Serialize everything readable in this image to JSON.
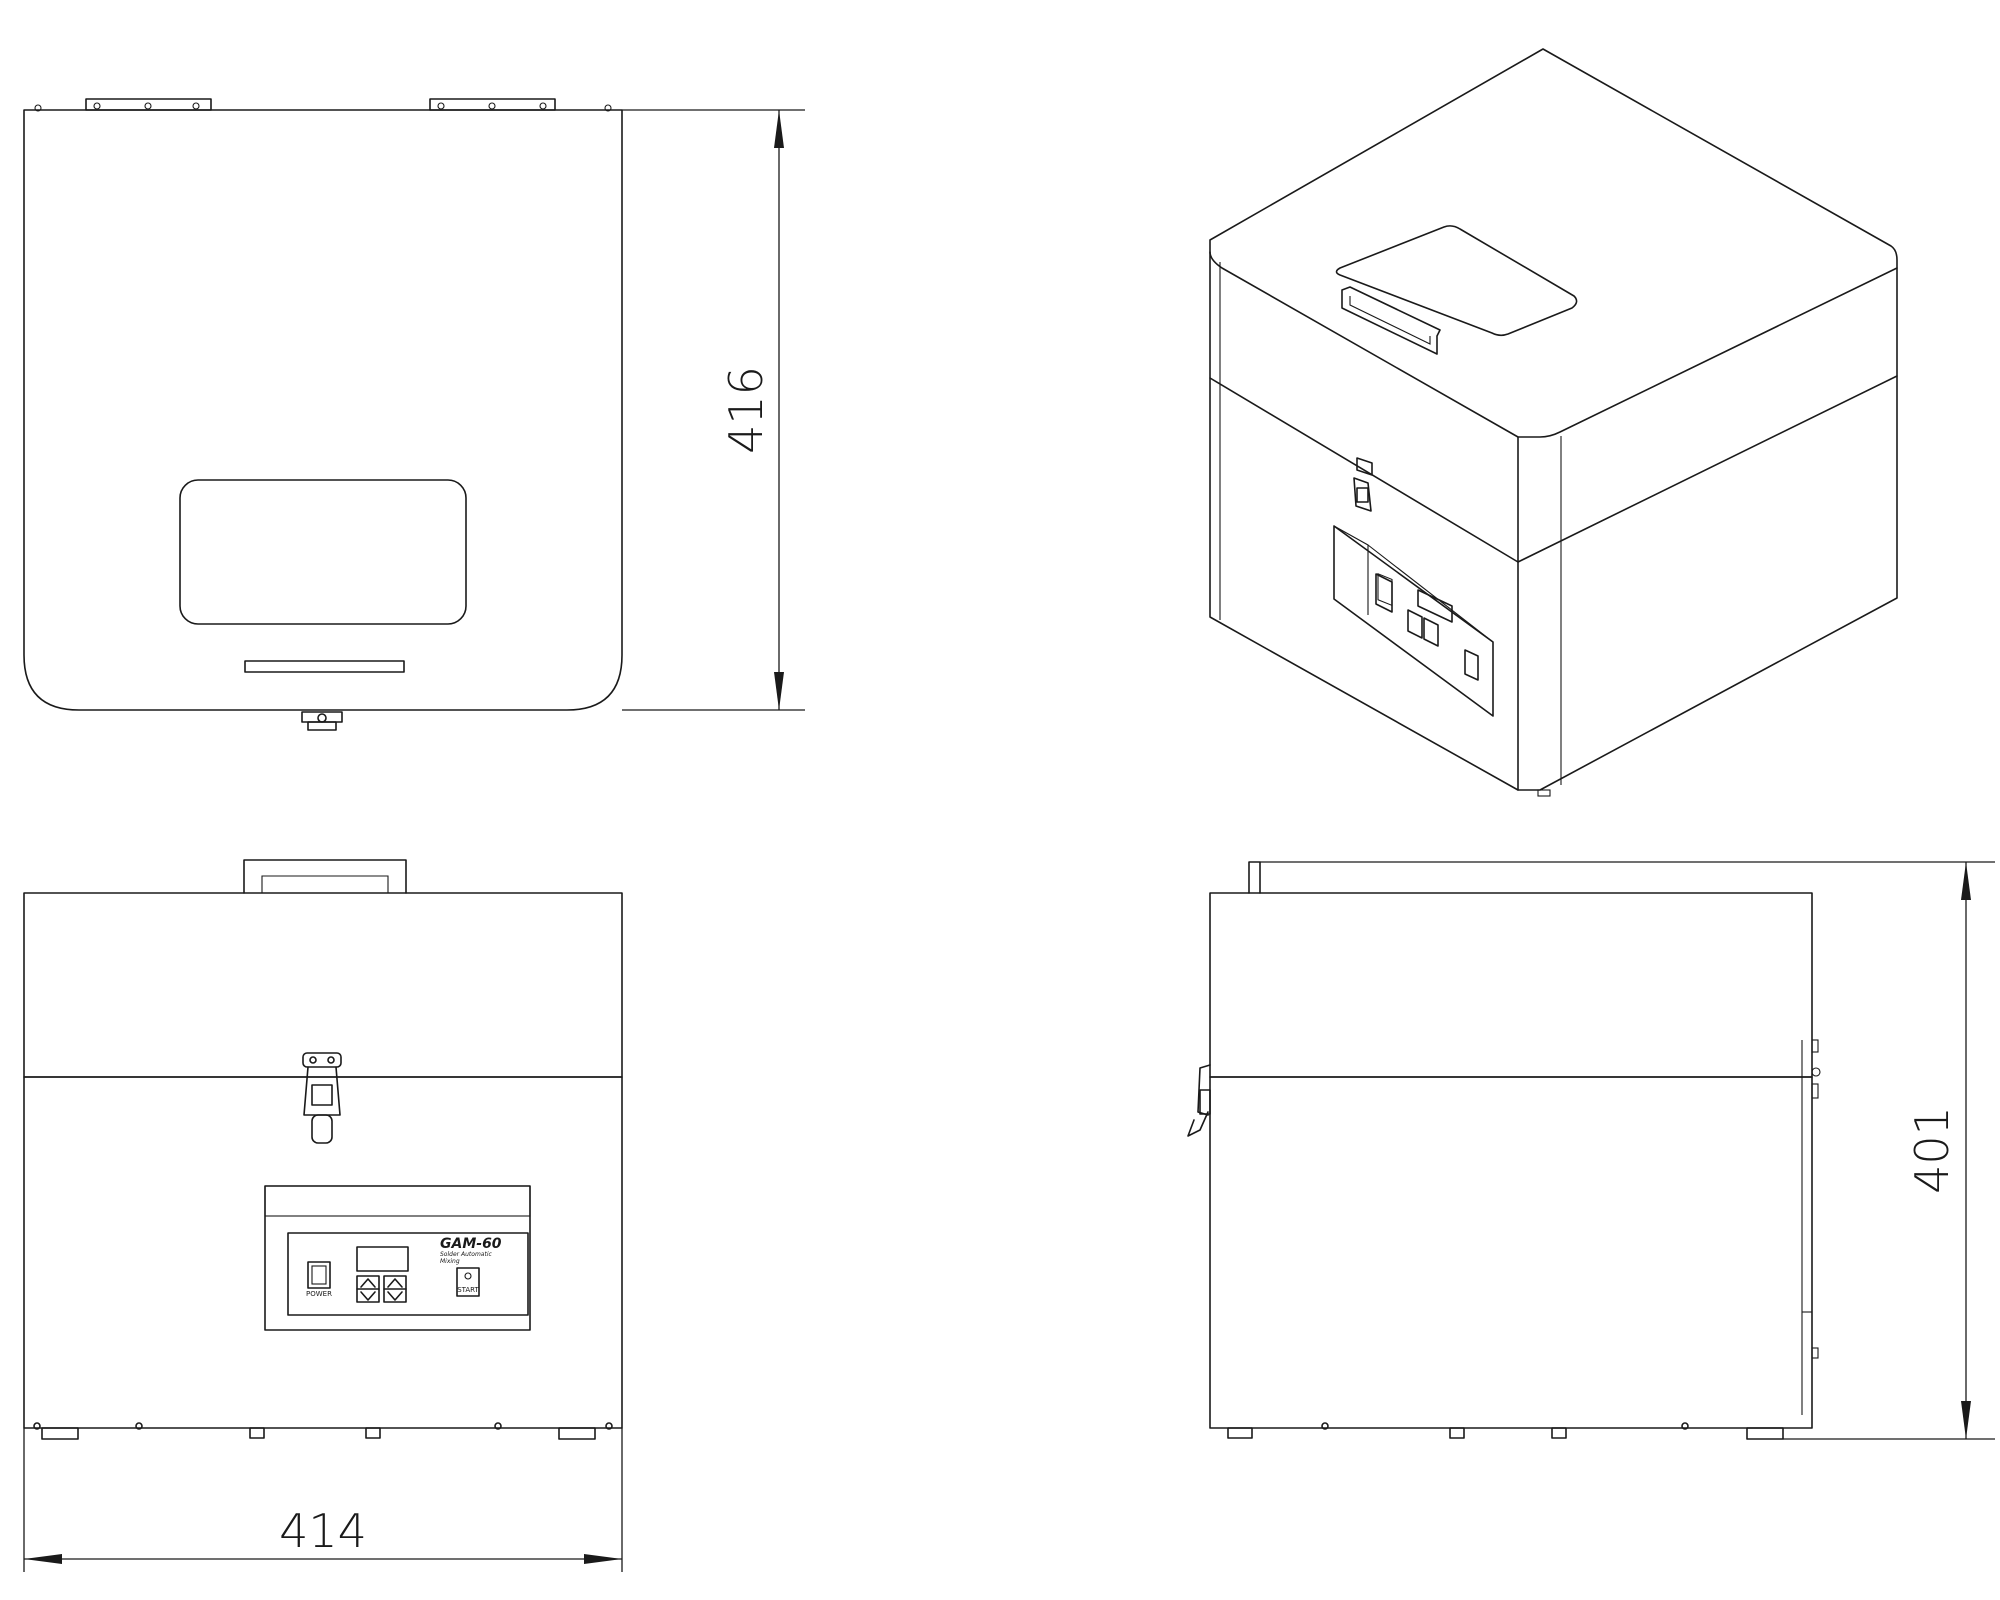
{
  "dimensions": {
    "height_top_view": "416",
    "width_front_view": "414",
    "height_side_view": "401"
  },
  "control_panel": {
    "brand": "GAM-60",
    "line1": "Solder Automatic",
    "line2": "Mixing",
    "power_label": "POWER",
    "start_label": "START"
  }
}
